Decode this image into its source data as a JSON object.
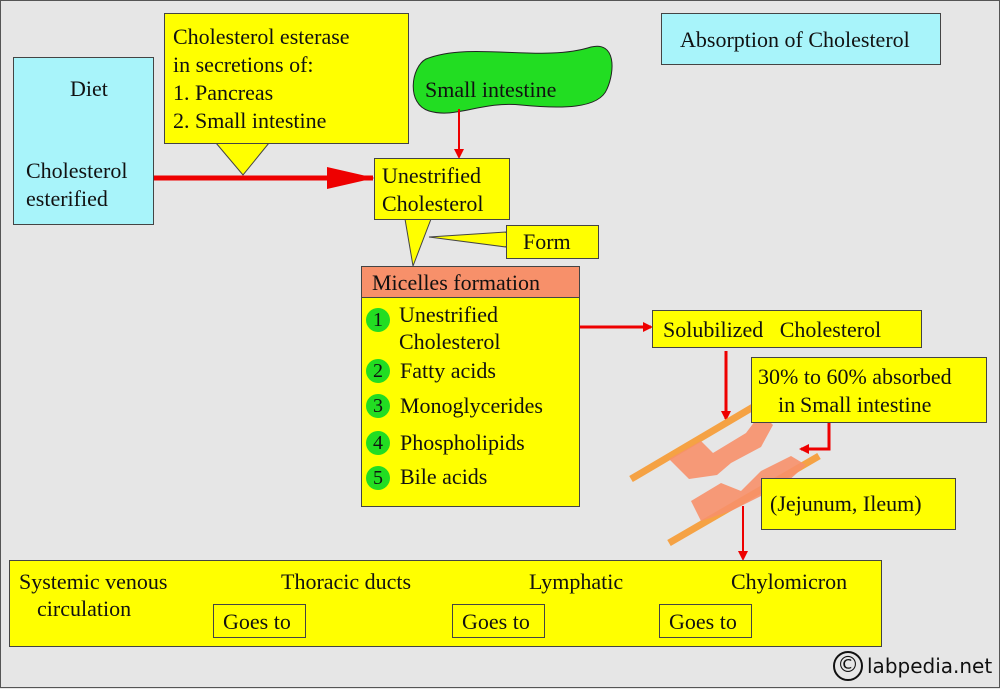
{
  "title": "Absorption of Cholesterol",
  "diet_box": {
    "diet": "Diet",
    "esterified_line1": "Cholesterol",
    "esterified_line2": "esterified"
  },
  "esterase_callout": {
    "lines": [
      "Cholesterol esterase",
      "in secretions of:",
      "1. Pancreas",
      "2. Small intestine"
    ]
  },
  "small_intestine_blob": "Small intestine",
  "unestrified_box": {
    "line1": "Unestrified",
    "line2": "Cholesterol"
  },
  "form_label": "Form",
  "micelles": {
    "header": "Micelles formation",
    "items": [
      {
        "num": "1",
        "line1": "Unestrified",
        "line2": "Cholesterol"
      },
      {
        "num": "2",
        "line1": "Fatty acids"
      },
      {
        "num": "3",
        "line1": "Monoglycerides"
      },
      {
        "num": "4",
        "line1": "Phospholipids"
      },
      {
        "num": "5",
        "line1": "Bile acids"
      }
    ]
  },
  "solubilized": "Solubilized   Cholesterol",
  "absorbed": {
    "line1": "30% to 60% absorbed",
    "line2_prefix": "in",
    "line2_rest": "Small intestine"
  },
  "jejunum": "(Jejunum, Ileum)",
  "bottom": {
    "systemic_line1": "Systemic venous",
    "systemic_line2": "circulation",
    "thoracic": "Thoracic ducts",
    "lymphatic": "Lymphatic",
    "chylomicron": "Chylomicron",
    "goes_to": [
      "Goes to",
      "Goes to",
      "Goes to"
    ]
  },
  "watermark": {
    "symbol": "©",
    "text": "labpedia.net"
  },
  "colors": {
    "yellow": "#ffff00",
    "cyan": "#a8f4fa",
    "salmon": "#f7906a",
    "green_blob": "#22dd22",
    "arrow": "#ee0000",
    "membrane": "#f5a244"
  }
}
